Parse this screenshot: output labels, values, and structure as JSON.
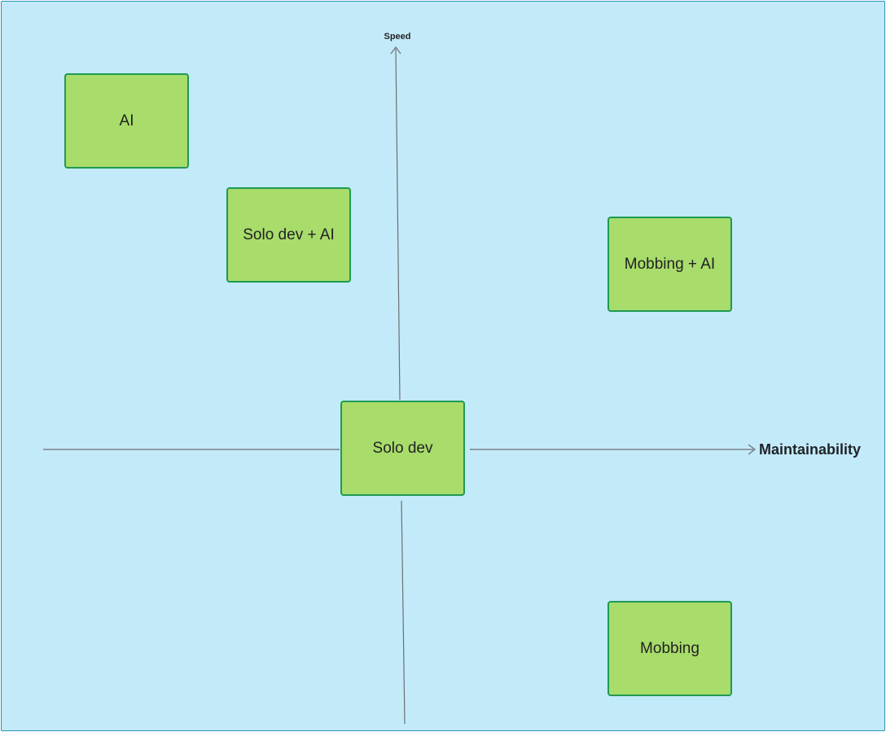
{
  "axes": {
    "y_label": "Speed",
    "x_label": "Maintainability"
  },
  "colors": {
    "background": "#c3eaf8",
    "border": "#2a93b8",
    "node_fill": "#a8dc6b",
    "node_border": "#1f9a54",
    "axis_line": "#6b6f74"
  },
  "nodes": {
    "ai": "AI",
    "solo_dev_ai": "Solo dev + AI",
    "mobbing_ai": "Mobbing + AI",
    "solo_dev": "Solo dev",
    "mobbing": "Mobbing"
  }
}
